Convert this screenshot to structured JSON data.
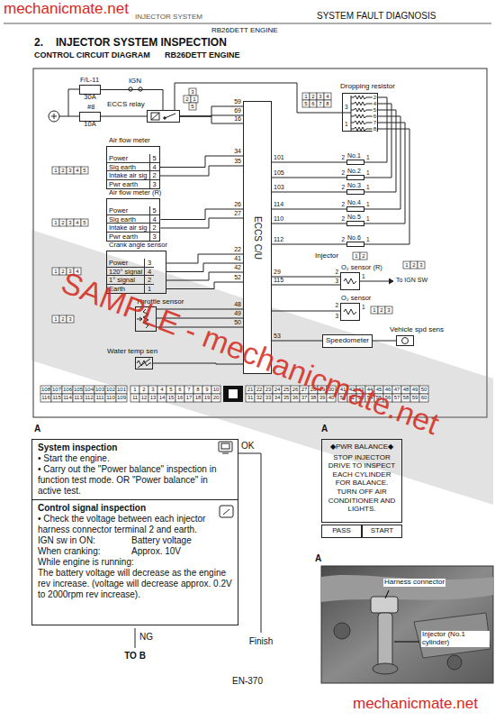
{
  "diagram": {
    "title": "INJECTOR SYSTEM INSPECTION",
    "nodes": [
      {
        "text": [
          "F/L-11",
          "30A"
        ]
      },
      {
        "text": [
          "#8",
          "10A"
        ]
      },
      {
        "text": [
          "ECCS relay"
        ]
      },
      {
        "text": [
          "Air flow meter",
          "Power",
          "5",
          "Sig earth",
          "4",
          "Intake air sig",
          "2",
          "Pwr earth",
          "3"
        ]
      },
      {
        "text": [
          "Air flow meter (R)",
          "Power",
          "5",
          "Sig earth",
          "4",
          "Intake air sig",
          "2",
          "Pwr earth",
          "3"
        ]
      },
      {
        "text": [
          "Crank angle sensor",
          "Power",
          "3",
          "120° signal",
          "4",
          "1° signal",
          "2",
          "Earth",
          "1"
        ]
      },
      {
        "text": [
          "Throttle sensor"
        ]
      },
      {
        "text": [
          "Water temp sen"
        ]
      },
      {
        "text": [
          "ECCS C/U"
        ]
      },
      {
        "text": [
          "Dropping resistor"
        ]
      },
      {
        "text": [
          "No.1"
        ]
      },
      {
        "text": [
          "No.2"
        ]
      },
      {
        "text": [
          "No.3"
        ]
      },
      {
        "text": [
          "No.4"
        ]
      },
      {
        "text": [
          "No.5"
        ]
      },
      {
        "text": [
          "No.6"
        ]
      },
      {
        "text": [
          "O₂ sensor (R)"
        ]
      },
      {
        "text": [
          "O₂ sensor"
        ]
      },
      {
        "text": [
          "Speedometer"
        ]
      },
      {
        "text": [
          "Vehicle spd sens"
        ]
      },
      {
        "text": [
          "System inspection",
          "• Start the engine.",
          "• Carry out the \"Power balance\" inspection in function test mode. OR \"Power balance\" in active test."
        ]
      },
      {
        "text": [
          "Control signal inspection",
          "• Check the voltage between each injector harness connector terminal 2 and earth.",
          "IGN sw in ON:",
          "Battery voltage",
          "When cranking:",
          "Approx. 10V",
          "While engine is running:",
          "The battery voltage will decrease as the engine rev increase. (voltage will decrease approx. 0.2V to 2000rpm rev increase)."
        ]
      },
      {
        "text": [
          "◆PWR BALANCE◆",
          "STOP INJECTOR DRIVE TO INSPECT EACH CYLINDER FOR BALANCE. TURN OFF AIR CONDITIONER AND LIGHTS."
        ]
      },
      {
        "text": [
          "PASS"
        ]
      },
      {
        "text": [
          "START"
        ]
      }
    ],
    "edges": [
      {
        "from": 0,
        "to": 2,
        "arrow": "none"
      },
      {
        "from": 1,
        "to": 2,
        "arrow": "none"
      },
      {
        "from": 2,
        "to": 8,
        "arrow": "none"
      },
      {
        "from": 2,
        "to": 8,
        "arrow": "none"
      },
      {
        "from": 2,
        "to": 8,
        "arrow": "none"
      },
      {
        "from": 3,
        "to": 8,
        "arrow": "none"
      },
      {
        "from": 3,
        "to": 8,
        "arrow": "none"
      },
      {
        "from": 4,
        "to": 8,
        "arrow": "none"
      },
      {
        "from": 4,
        "to": 8,
        "arrow": "none"
      },
      {
        "from": 5,
        "to": 8,
        "arrow": "none"
      },
      {
        "from": 5,
        "to": 8,
        "arrow": "none"
      },
      {
        "from": 5,
        "to": 8,
        "arrow": "none"
      },
      {
        "from": 5,
        "to": 8,
        "arrow": "none"
      },
      {
        "from": 6,
        "to": 8,
        "arrow": "none"
      },
      {
        "from": 6,
        "to": 8,
        "arrow": "none"
      },
      {
        "from": 6,
        "to": 8,
        "arrow": "none"
      },
      {
        "from": 7,
        "to": 8,
        "arrow": "none"
      },
      {
        "from": 2,
        "to": 9,
        "arrow": "none"
      },
      {
        "from": 9,
        "to": 10,
        "arrow": "none"
      },
      {
        "from": 9,
        "to": 11,
        "arrow": "none"
      },
      {
        "from": 9,
        "to": 12,
        "arrow": "none"
      },
      {
        "from": 9,
        "to": 13,
        "arrow": "none"
      },
      {
        "from": 9,
        "to": 14,
        "arrow": "none"
      },
      {
        "from": 9,
        "to": 15,
        "arrow": "none"
      },
      {
        "from": 10,
        "to": 8,
        "arrow": "none"
      },
      {
        "from": 11,
        "to": 8,
        "arrow": "none"
      },
      {
        "from": 12,
        "to": 8,
        "arrow": "none"
      },
      {
        "from": 13,
        "to": 8,
        "arrow": "none"
      },
      {
        "from": 14,
        "to": 8,
        "arrow": "none"
      },
      {
        "from": 15,
        "to": 8,
        "arrow": "none"
      },
      {
        "from": 16,
        "to": 8,
        "arrow": "none"
      },
      {
        "from": 16,
        "to": 8,
        "arrow": "none"
      },
      {
        "from": 17,
        "to": 8,
        "arrow": "none"
      },
      {
        "from": 18,
        "to": 8,
        "arrow": "none"
      },
      {
        "from": 19,
        "to": 18,
        "arrow": "none"
      }
    ],
    "labels": [
      "mechanicmate.net",
      "INJECTOR SYSTEM",
      "SYSTEM FAULT DIAGNOSIS",
      "RB26DETT ENGINE",
      "2.",
      "CONTROL CIRCUIT DIAGRAM",
      "RB26DETT ENGINE",
      "IGN",
      "3",
      "2",
      "1",
      "5",
      "59",
      "69",
      "16",
      "34",
      "35",
      "26",
      "27",
      "22",
      "41",
      "42",
      "52",
      "48",
      "49",
      "50",
      "101",
      "105",
      "103",
      "114",
      "110",
      "112",
      "29",
      "115",
      "53",
      "1",
      "2",
      "3",
      "4",
      "5",
      "6",
      "7",
      "8",
      "3",
      "1",
      "2",
      "4",
      "5",
      "6",
      "7",
      "8",
      "2",
      "1",
      "2",
      "1",
      "2",
      "1",
      "2",
      "1",
      "2",
      "1",
      "2",
      "1",
      "Injector",
      "1",
      "2",
      "2",
      "3",
      "1",
      "To IGN SW",
      "1",
      "2",
      "3",
      "2",
      "3",
      "1",
      "1",
      "2",
      "3",
      "1",
      "2",
      "3",
      "4",
      "5",
      "1",
      "2",
      "3",
      "4",
      "5",
      "1",
      "2",
      "3",
      "4",
      "1",
      "2",
      "3",
      "108",
      "107",
      "106",
      "105",
      "104",
      "103",
      "102",
      "101",
      "116",
      "115",
      "114",
      "113",
      "112",
      "111",
      "110",
      "109",
      "1",
      "2",
      "3",
      "4",
      "5",
      "6",
      "7",
      "8",
      "9",
      "10",
      "11",
      "12",
      "13",
      "14",
      "15",
      "16",
      "17",
      "18",
      "19",
      "20",
      "21",
      "22",
      "23",
      "24",
      "25",
      "26",
      "27",
      "28",
      "29",
      "30",
      "31",
      "32",
      "33",
      "34",
      "35",
      "36",
      "37",
      "38",
      "39",
      "40",
      "41",
      "42",
      "43",
      "44",
      "45",
      "46",
      "47",
      "48",
      "49",
      "50",
      "51",
      "52",
      "53",
      "54",
      "55",
      "56",
      "57",
      "58",
      "59",
      "60",
      "A",
      "OK",
      "NG",
      "TO B",
      "Finish",
      "A",
      "A",
      "Harness connector",
      "Injector (No.1 cylinder)",
      "EN-370",
      "mechanicmate.net",
      "SAMPLE - mechanicmate.net"
    ]
  }
}
